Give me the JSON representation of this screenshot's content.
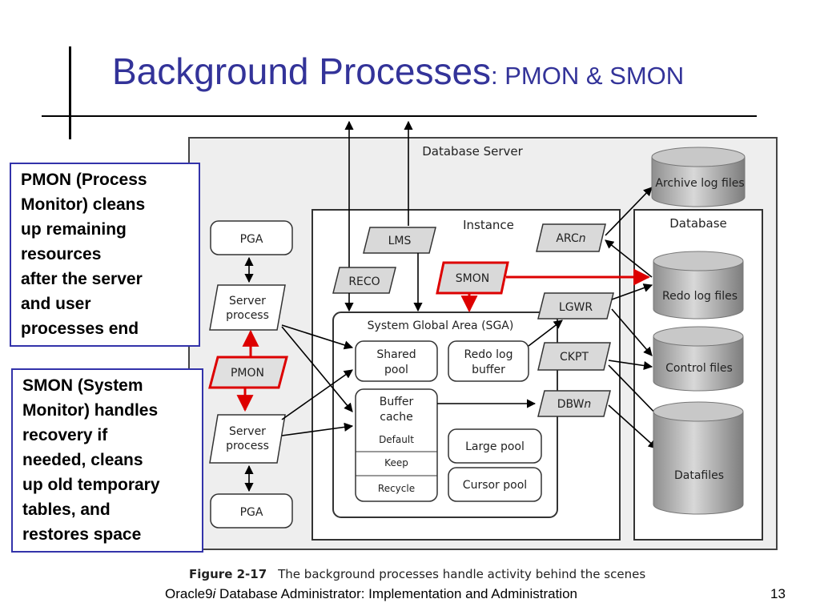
{
  "slide": {
    "title_main": "Background Processes",
    "title_sub": ": PMON & SMON",
    "footer_prefix": "Oracle9",
    "footer_italic": "i",
    "footer_rest": " Database Administrator: Implementation and Administration",
    "page_number": "13"
  },
  "callouts": {
    "pmon": [
      "PMON (Process",
      "Monitor) cleans",
      "up remaining",
      "resources",
      "after the server",
      "and user",
      "processes end"
    ],
    "smon": [
      "SMON (System",
      "Monitor) handles",
      "recovery if",
      "needed, cleans",
      "up old temporary",
      "tables, and",
      "restores space"
    ]
  },
  "diagram": {
    "database_server": "Database Server",
    "instance": "Instance",
    "database": "Database",
    "sga": "System Global Area (SGA)",
    "pga_top": "PGA",
    "pga_bottom": "PGA",
    "server_process_top": [
      "Server",
      "process"
    ],
    "server_process_bottom": [
      "Server",
      "process"
    ],
    "pmon": "PMON",
    "smon": "SMON",
    "lms": "LMS",
    "reco": "RECO",
    "arcn": "ARC",
    "lgwr": "LGWR",
    "ckpt": "CKPT",
    "dbwn": "DBW",
    "n_suffix": "n",
    "shared_pool": [
      "Shared",
      "pool"
    ],
    "redo_log_buffer": [
      "Redo log",
      "buffer"
    ],
    "buffer_cache": [
      "Buffer",
      "cache"
    ],
    "default": "Default",
    "keep": "Keep",
    "recycle": "Recycle",
    "large_pool": "Large pool",
    "cursor_pool": "Cursor pool",
    "archive_log_files": "Archive log files",
    "redo_log_files": "Redo log files",
    "control_files": "Control files",
    "datafiles": "Datafiles",
    "caption_label": "Figure 2-17",
    "caption_text": "The background processes handle activity behind the scenes"
  },
  "colors": {
    "title": "#333399",
    "callout_border": "#3333aa",
    "highlight": "#dd0000",
    "panel": "#eeeeee"
  }
}
